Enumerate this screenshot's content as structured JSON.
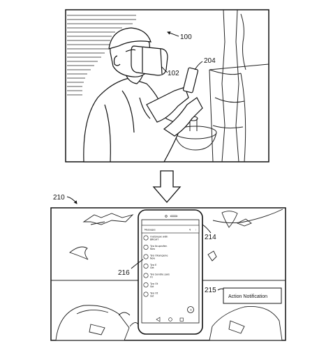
{
  "figure": {
    "labels": {
      "user_ref": "100",
      "headset_ref": "102",
      "phone_ref": "204",
      "vr_view_ref": "210",
      "virtual_phone_ref": "214",
      "messages_ref": "216",
      "notification_ref": "215"
    },
    "notification": {
      "text": "Action Notification"
    },
    "phone_app": {
      "title": "Messages",
      "messages": [
        {
          "name": "Outbreak with",
          "sub": "BRIGHT"
        },
        {
          "name": "Tyo Ibuprofen",
          "sub": "Now"
        },
        {
          "name": "Tyo Okangene",
          "sub": "Now"
        },
        {
          "name": "Tyo E",
          "sub": "Get"
        },
        {
          "name": "Tyo Sandie pais",
          "sub": "Fri"
        },
        {
          "name": "Tyo Ot",
          "sub": "Sat"
        },
        {
          "name": "Tyo Ot",
          "sub": "Sat"
        }
      ]
    }
  }
}
